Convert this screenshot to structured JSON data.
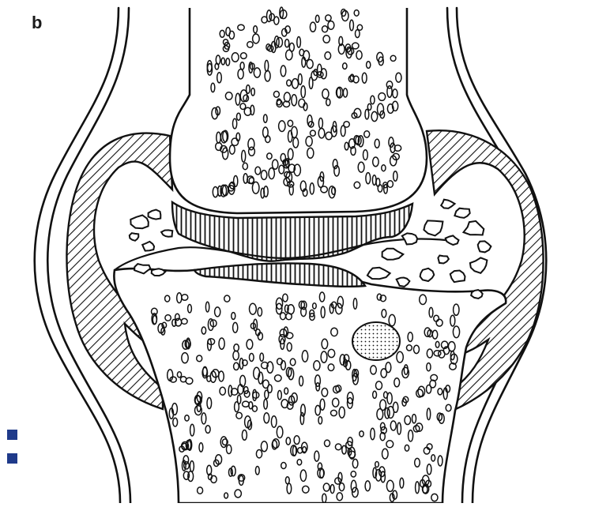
{
  "figure": {
    "panel_label": "b",
    "parts": [
      "joint-capsule",
      "synovial-lining",
      "proximal-bone",
      "distal-bone",
      "articular-cartilage",
      "joint-space",
      "cartilage-fragments",
      "trabecular-pattern",
      "bone-cyst"
    ]
  },
  "colors": {
    "line": "#111111",
    "background": "#ffffff",
    "bullet": "#1f3a8a"
  }
}
